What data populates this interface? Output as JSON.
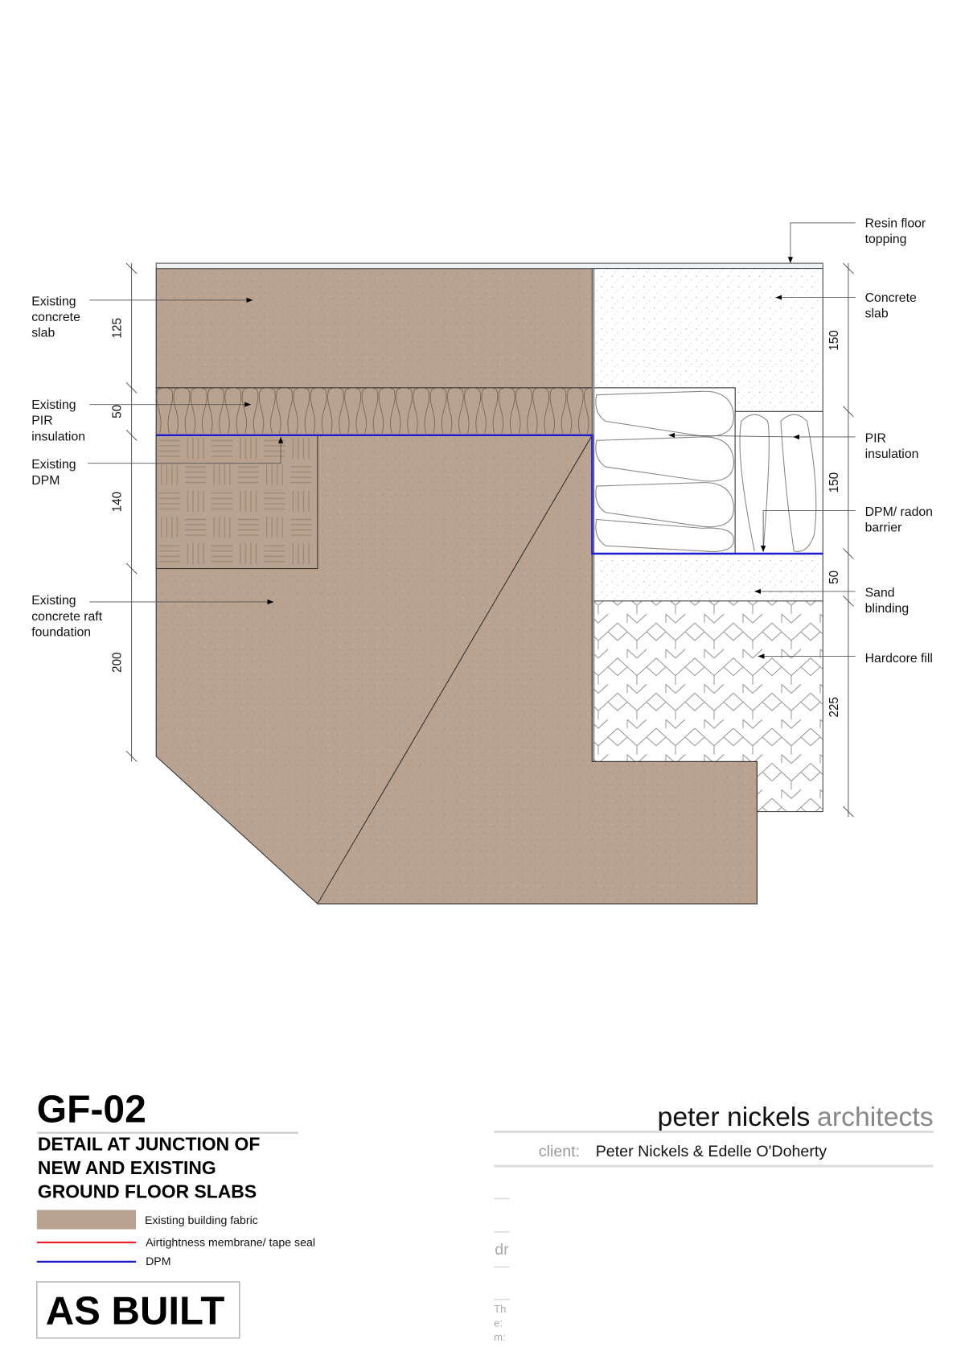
{
  "drawing": {
    "labels_left": {
      "existing_slab": [
        "Existing",
        "concrete",
        "slab"
      ],
      "existing_pir": [
        "Existing",
        "PIR",
        "insulation"
      ],
      "existing_dpm": [
        "Existing",
        "DPM"
      ],
      "existing_raft": [
        "Existing",
        "concrete raft",
        "foundation"
      ]
    },
    "labels_right": {
      "resin": [
        "Resin floor",
        "topping"
      ],
      "concrete_slab": [
        "Concrete",
        "slab"
      ],
      "pir": [
        "PIR",
        "insulation"
      ],
      "dpm_radon": [
        "DPM/ radon",
        "barrier"
      ],
      "sand": [
        "Sand",
        "blinding"
      ],
      "hardcore": [
        "Hardcore fill"
      ]
    },
    "dims_left": [
      "125",
      "50",
      "140",
      "200"
    ],
    "dims_right": [
      "150",
      "150",
      "50",
      "225"
    ]
  },
  "title_block": {
    "drawing_number": "GF-02",
    "title_lines": [
      "DETAIL AT JUNCTION OF",
      "NEW AND EXISTING",
      "GROUND FLOOR SLABS"
    ],
    "legend": [
      {
        "label": "Existing building fabric",
        "color": "#b9a28f"
      },
      {
        "label": "Airtightness membrane/ tape seal",
        "color": "#e8202a"
      },
      {
        "label": "DPM",
        "color": "#1c1ccf"
      }
    ],
    "status": "AS BUILT",
    "firm_name_1": "peter nickels",
    "firm_name_2": "architects",
    "client_label": "client:",
    "client_value": "Peter Nickels & Edelle O'Doherty",
    "clipped_texts": [
      "dr",
      "Th",
      "e:",
      "m:"
    ]
  },
  "colors": {
    "fabric": "#b9a28f",
    "dpm": "#1c1ccf",
    "airtight": "#e8202a"
  }
}
